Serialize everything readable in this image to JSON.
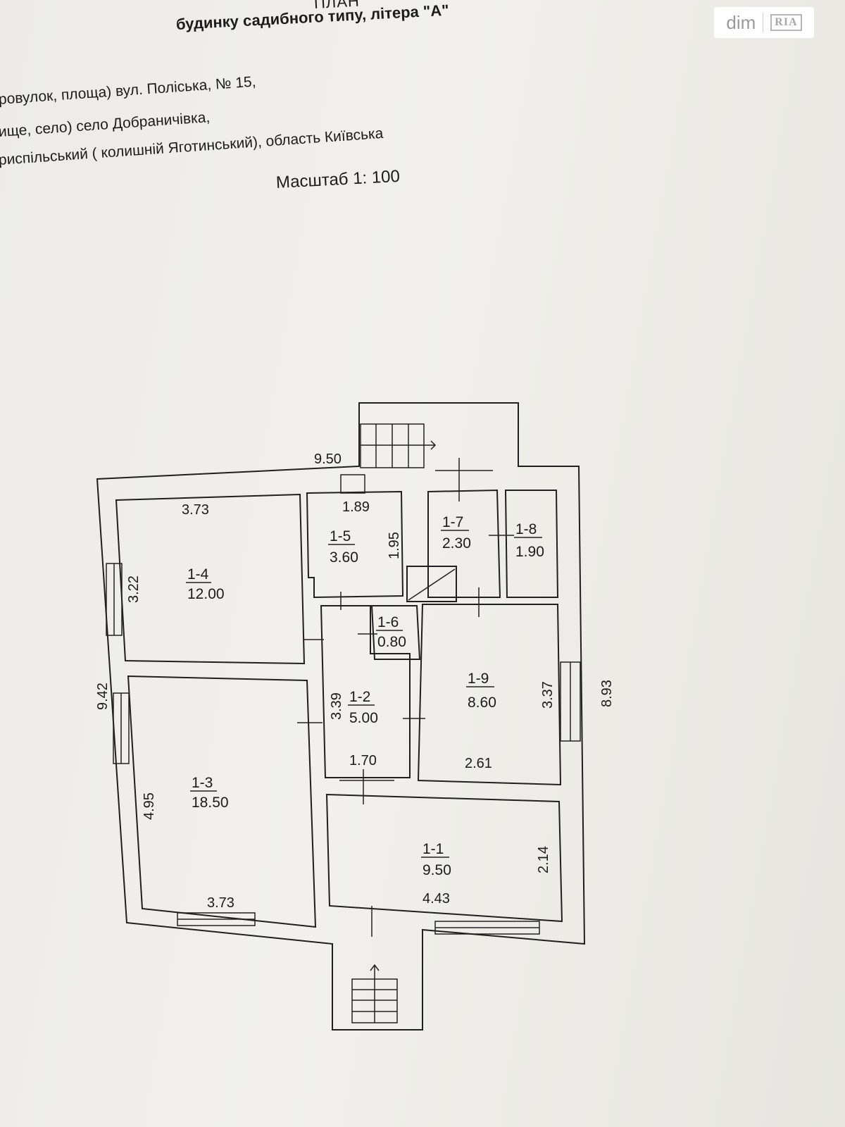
{
  "header": {
    "title": "ПЛАН",
    "subtitle": "будинку садибного типу, літера \"А\"",
    "address_street": "ровулок, площа) вул. Поліська, № 15,",
    "address_village": "ище, село) село Добраничівка,",
    "address_region": "риспільський ( колишній Яготинський), область Київська",
    "scale": "Масштаб 1: 100"
  },
  "watermark": {
    "left_text": "dim",
    "right_text": "RIA"
  },
  "plan": {
    "overall_dims": {
      "top": "9.50",
      "left": "9.42",
      "right": "8.93"
    },
    "rooms": [
      {
        "id": "1-1",
        "area": "9.50",
        "length": "4.43",
        "width": "2.14"
      },
      {
        "id": "1-2",
        "area": "5.00",
        "length": "1.70",
        "width": "3.39"
      },
      {
        "id": "1-3",
        "area": "18.50",
        "length": "3.73",
        "width": "4.95"
      },
      {
        "id": "1-4",
        "area": "12.00",
        "length": "3.73",
        "width": "3.22"
      },
      {
        "id": "1-5",
        "area": "3.60",
        "length": "1.89",
        "width": "1.95"
      },
      {
        "id": "1-6",
        "area": "0.80"
      },
      {
        "id": "1-7",
        "area": "2.30"
      },
      {
        "id": "1-8",
        "area": "1.90"
      },
      {
        "id": "1-9",
        "area": "8.60",
        "length": "2.61",
        "width": "3.37"
      }
    ]
  }
}
